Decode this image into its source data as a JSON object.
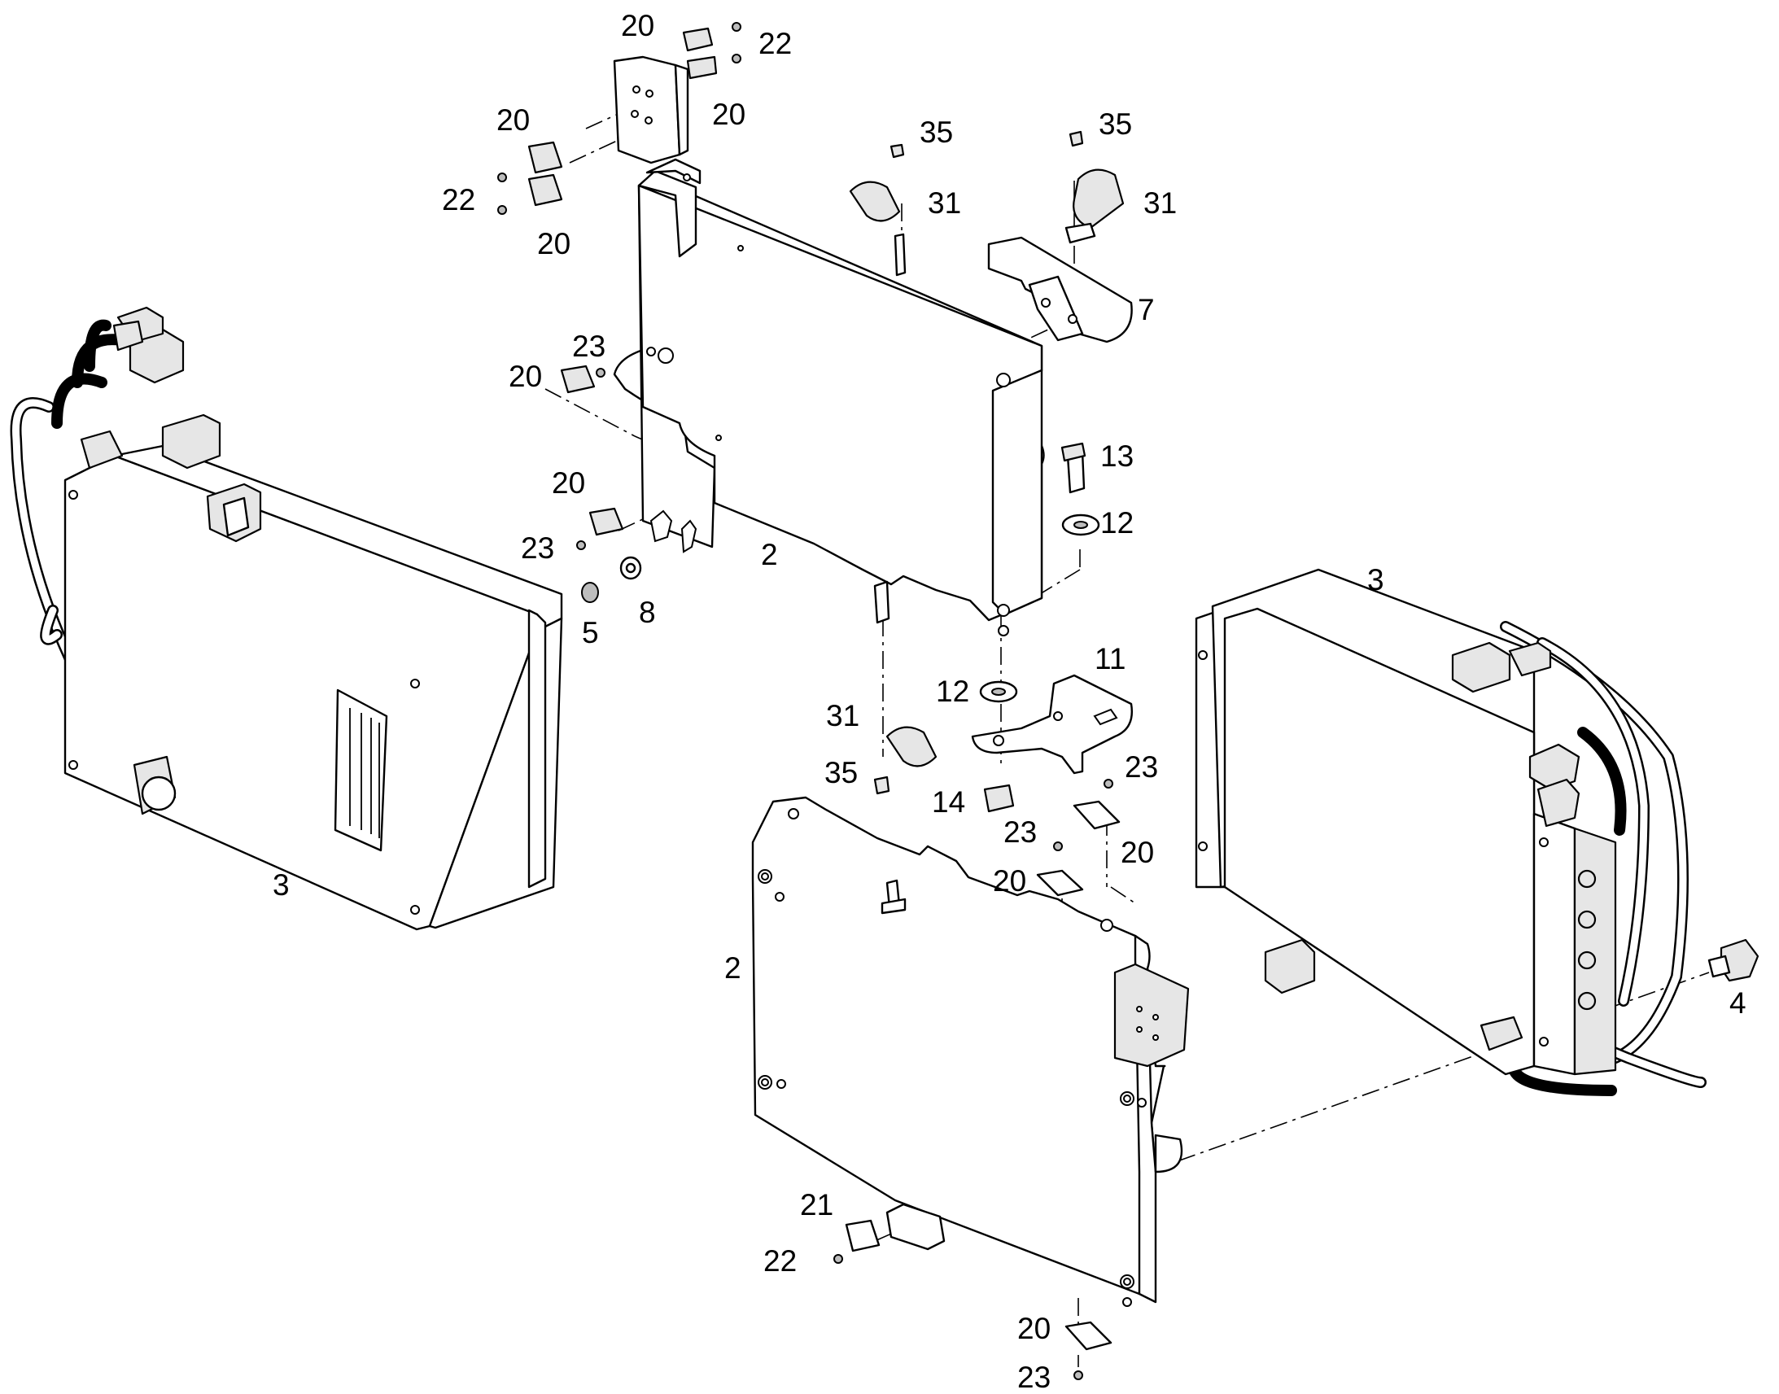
{
  "callouts": [
    {
      "id": "c1",
      "text": "20"
    },
    {
      "id": "c2",
      "text": "22"
    },
    {
      "id": "c3",
      "text": "20"
    },
    {
      "id": "c4",
      "text": "20"
    },
    {
      "id": "c5",
      "text": "22"
    },
    {
      "id": "c6",
      "text": "20"
    },
    {
      "id": "c7",
      "text": "35"
    },
    {
      "id": "c8",
      "text": "31"
    },
    {
      "id": "c9",
      "text": "35"
    },
    {
      "id": "c10",
      "text": "31"
    },
    {
      "id": "c11",
      "text": "7"
    },
    {
      "id": "c12",
      "text": "23"
    },
    {
      "id": "c13",
      "text": "20"
    },
    {
      "id": "c14",
      "text": "13"
    },
    {
      "id": "c15",
      "text": "12"
    },
    {
      "id": "c16",
      "text": "20"
    },
    {
      "id": "c17",
      "text": "23"
    },
    {
      "id": "c18",
      "text": "2"
    },
    {
      "id": "c19",
      "text": "5"
    },
    {
      "id": "c20",
      "text": "8"
    },
    {
      "id": "c21",
      "text": "3"
    },
    {
      "id": "c22",
      "text": "11"
    },
    {
      "id": "c23",
      "text": "12"
    },
    {
      "id": "c24",
      "text": "31"
    },
    {
      "id": "c25",
      "text": "35"
    },
    {
      "id": "c26",
      "text": "14"
    },
    {
      "id": "c27",
      "text": "23"
    },
    {
      "id": "c28",
      "text": "23"
    },
    {
      "id": "c29",
      "text": "20"
    },
    {
      "id": "c30",
      "text": "20"
    },
    {
      "id": "c31",
      "text": "3"
    },
    {
      "id": "c32",
      "text": "2"
    },
    {
      "id": "c33",
      "text": "4"
    },
    {
      "id": "c34",
      "text": "21"
    },
    {
      "id": "c35",
      "text": "22"
    },
    {
      "id": "c36",
      "text": "20"
    },
    {
      "id": "c37",
      "text": "23"
    }
  ]
}
